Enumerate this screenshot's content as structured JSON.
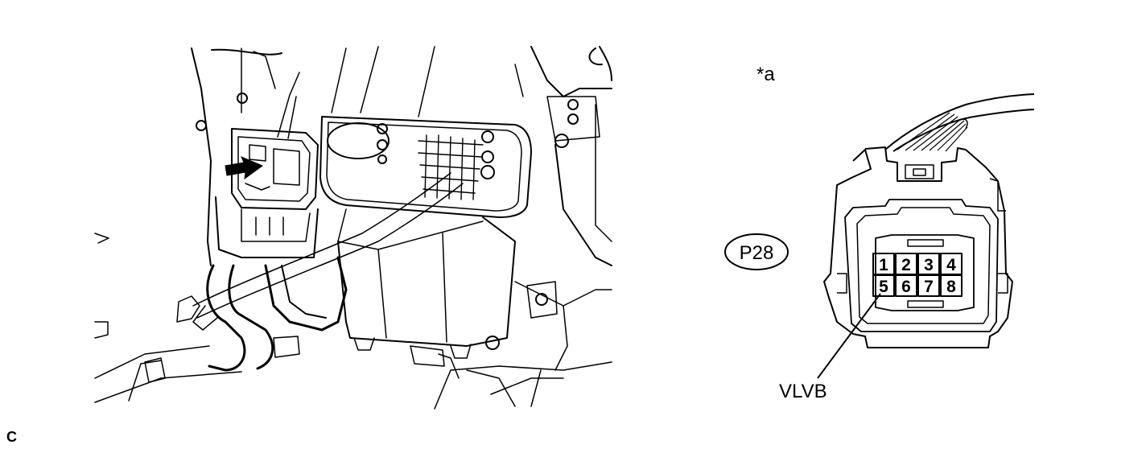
{
  "labels": {
    "figure_ref": "*a",
    "connector_id": "P28",
    "wire_name": "VLVB",
    "corner_code": "C"
  },
  "connector": {
    "pins_row_top": [
      "1",
      "2",
      "3",
      "4"
    ],
    "pins_row_bottom": [
      "5",
      "6",
      "7",
      "8"
    ]
  }
}
